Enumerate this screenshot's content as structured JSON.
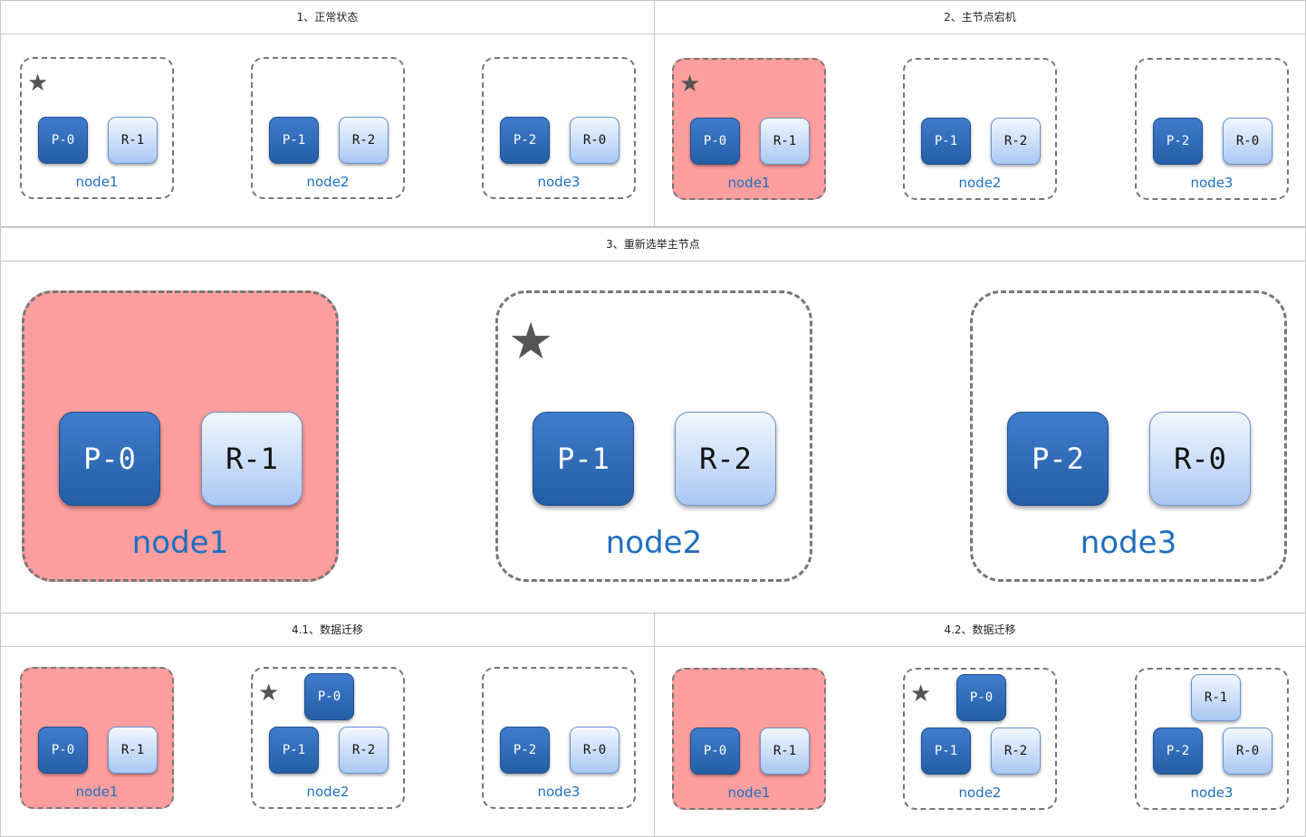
{
  "panels": {
    "p1": {
      "title": "1、正常状态"
    },
    "p2": {
      "title": "2、主节点宕机"
    },
    "p3": {
      "title": "3、重新选举主节点"
    },
    "p41": {
      "title": "4.1、数据迁移"
    },
    "p42": {
      "title": "4.2、数据迁移"
    }
  },
  "labels": {
    "node1": "node1",
    "node2": "node2",
    "node3": "node3"
  },
  "shards": {
    "p0": "P-0",
    "p1": "P-1",
    "p2": "P-2",
    "r0": "R-0",
    "r1": "R-1",
    "r2": "R-2"
  },
  "icons": {
    "master": "star-icon"
  },
  "colors": {
    "primary": "#2d6bb8",
    "replica": "#c9dcf7",
    "down": "#ff9e9e",
    "label": "#1f6fc0"
  }
}
